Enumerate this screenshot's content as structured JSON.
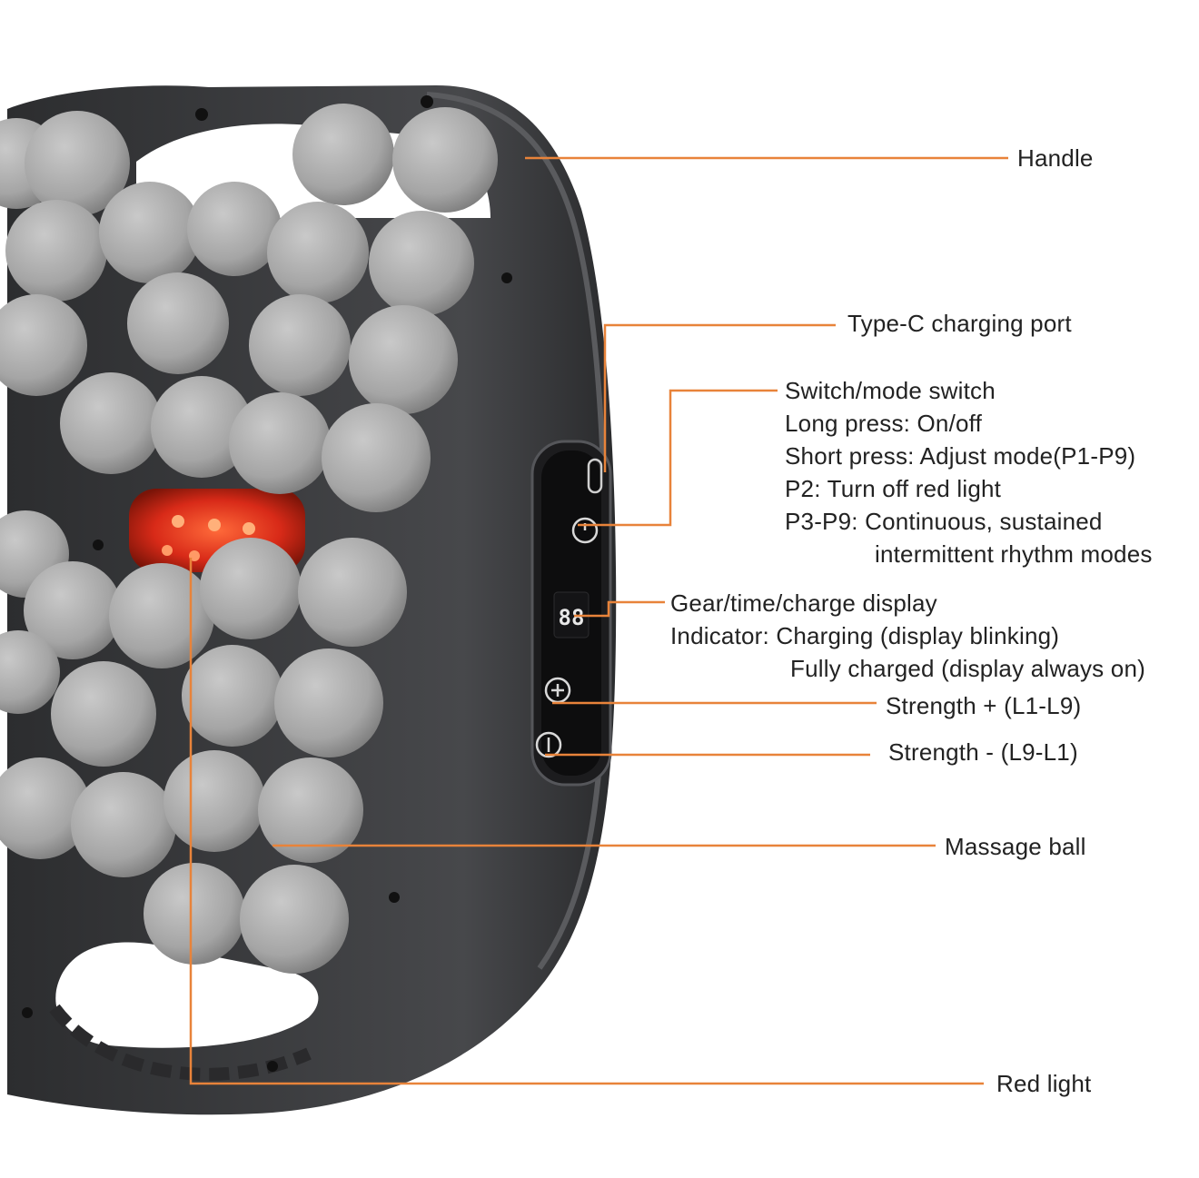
{
  "colors": {
    "leader_line": "#e8833a",
    "device_body": "#3a3b3d",
    "massage_ball": "#a8a8a8",
    "red_light": "#e3301c",
    "text": "#222222"
  },
  "labels": {
    "handle": "Handle",
    "type_c": "Type-C charging port",
    "switch_title": "Switch/mode switch",
    "switch_long_press": "Long press: On/off",
    "switch_short_press": "Short press: Adjust mode(P1-P9)",
    "switch_p2": "P2: Turn off red light",
    "switch_p3_p9": "P3-P9: Continuous, sustained",
    "switch_p3_p9_cont": "intermittent rhythm modes",
    "display_title": "Gear/time/charge display",
    "display_indicator": "Indicator: Charging (display blinking)",
    "display_full": "Fully charged (display always on)",
    "strength_plus": "Strength + (L1-L9)",
    "strength_minus": "Strength - (L9-L1)",
    "massage_ball": "Massage ball",
    "red_light": "Red light"
  },
  "display_digits": "88"
}
